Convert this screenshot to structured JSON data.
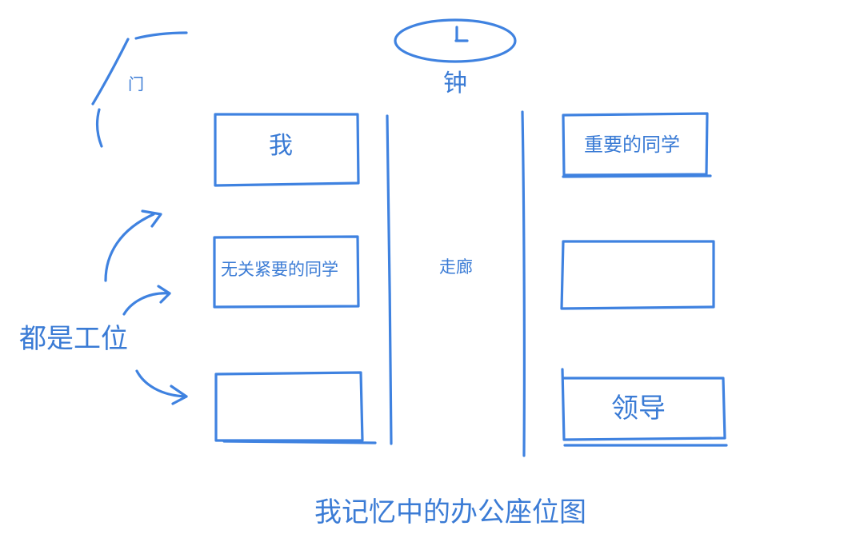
{
  "labels": {
    "door": "门",
    "clock": "钟",
    "me": "我",
    "important_classmate": "重要的同学",
    "unimportant_classmate": "无关紧要的同学",
    "corridor": "走廊",
    "workstations": "都是工位",
    "leader": "领导",
    "caption": "我记忆中的办公座位图"
  },
  "colors": {
    "ink": "#3f82e0",
    "text": "#3a7bd5",
    "background": "#ffffff"
  },
  "icons": {
    "clock": "clock-icon",
    "arrow": "curved-arrow-icon"
  }
}
